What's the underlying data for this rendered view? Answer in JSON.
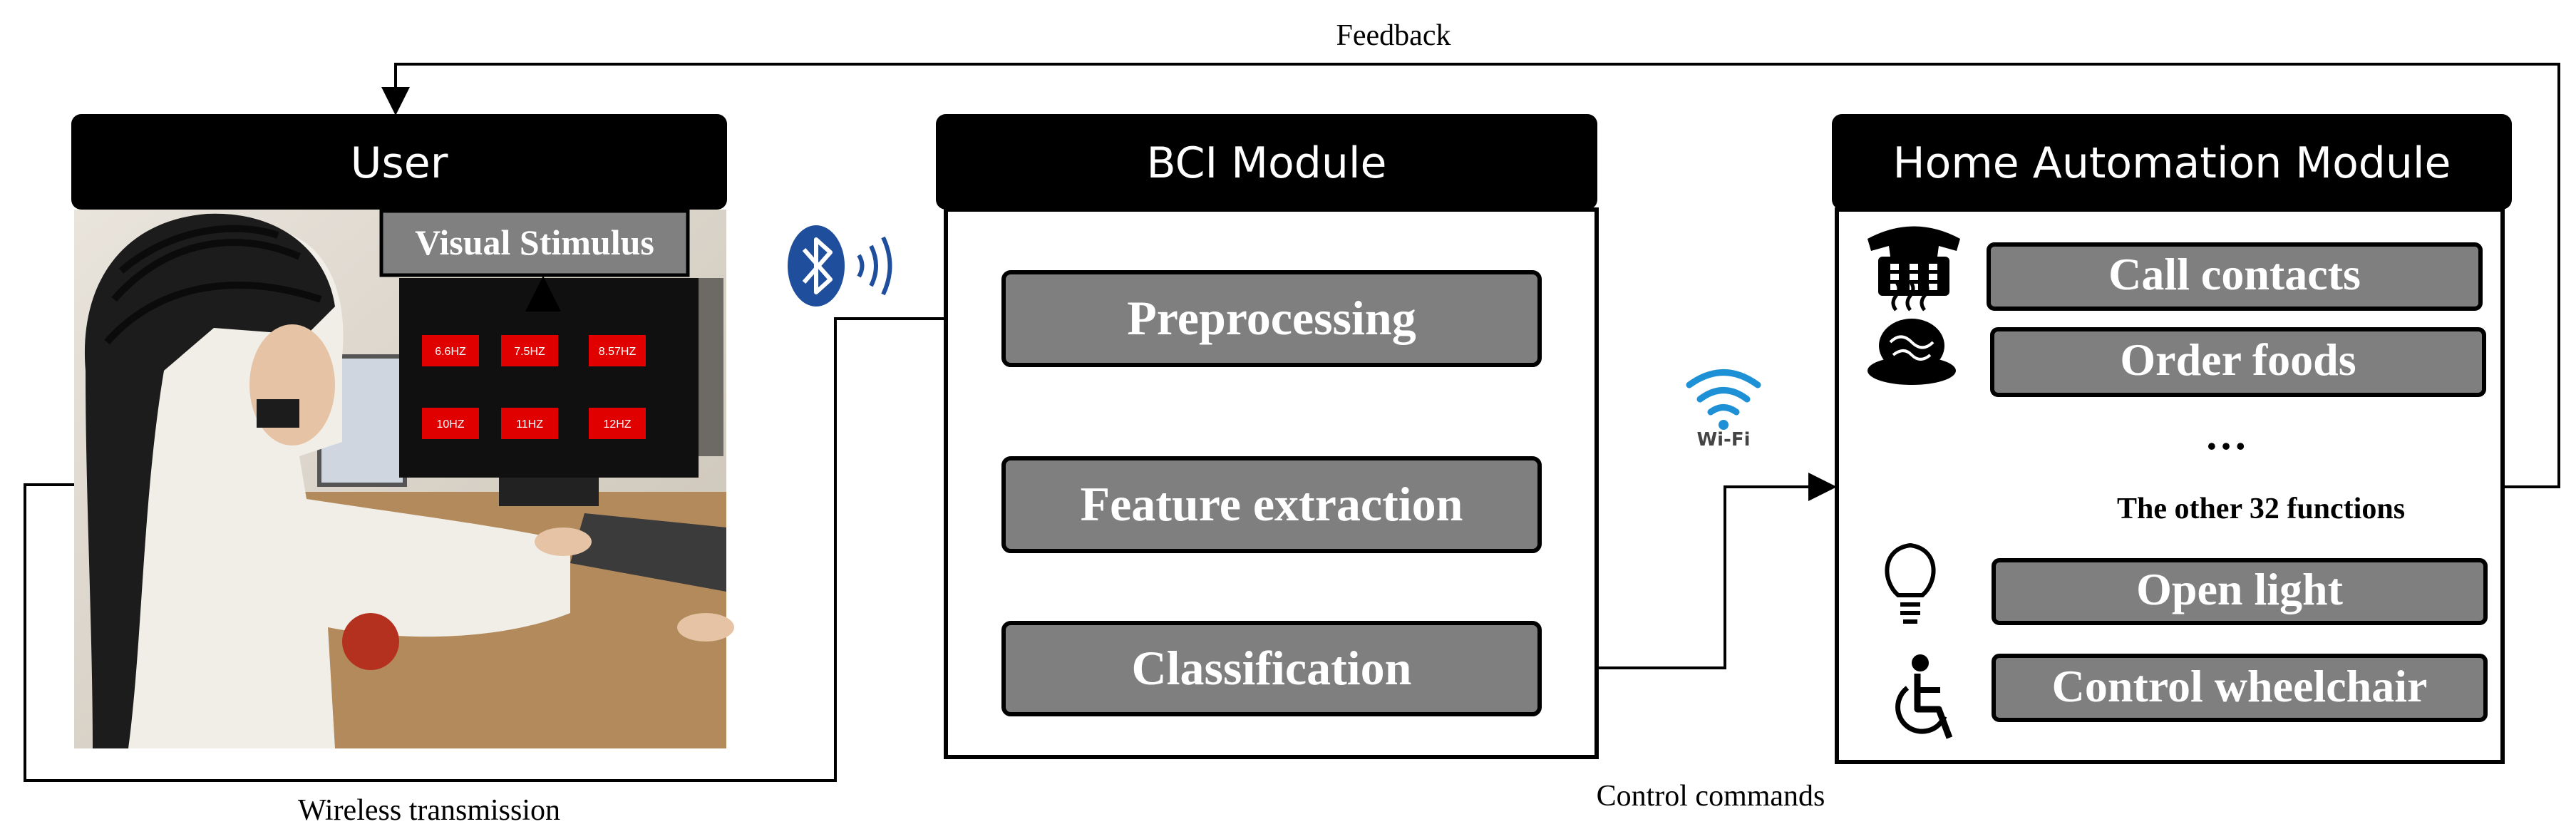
{
  "labels": {
    "feedback": "Feedback",
    "wireless": "Wireless  transmission",
    "control": "Control  commands",
    "wifi": "Wi-Fi"
  },
  "user": {
    "header": "User",
    "stimulus_title": "Visual Stimulus",
    "stimulus_freqs": [
      "6.6HZ",
      "7.5HZ",
      "8.57HZ",
      "10HZ",
      "11HZ",
      "12HZ"
    ]
  },
  "bci": {
    "header": "BCI Module",
    "steps": [
      "Preprocessing",
      "Feature extraction",
      "Classification"
    ]
  },
  "home": {
    "header": "Home Automation Module",
    "functions": [
      "Call contacts",
      "Order foods",
      "Open light",
      "Control wheelchair"
    ],
    "ellipsis": "…",
    "other": "The  other 32 functions"
  },
  "icons": [
    "bluetooth-icon",
    "signal-waves-icon",
    "wifi-icon",
    "telephone-icon",
    "food-icon",
    "lightbulb-icon",
    "wheelchair-icon"
  ]
}
